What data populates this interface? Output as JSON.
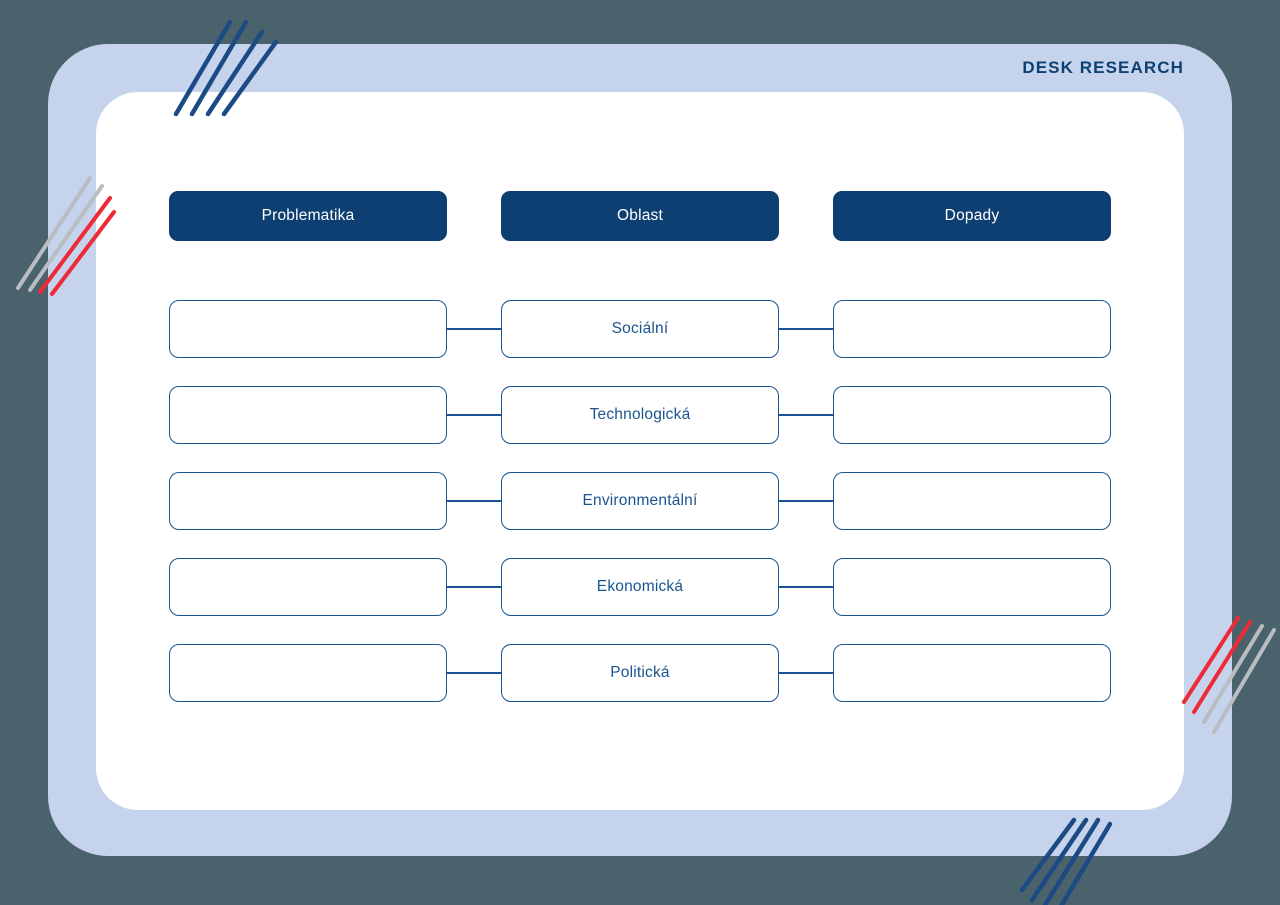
{
  "page": {
    "title": "DESK RESEARCH",
    "background_color": "#4a626b",
    "frame_color": "#c5d4ec",
    "card_color": "#ffffff"
  },
  "colors": {
    "navy": "#0e3f72",
    "border_blue": "#1a5490",
    "red": "#ed2b38",
    "gray": "#b9bcc0",
    "white": "#ffffff"
  },
  "table": {
    "columns": [
      {
        "label": "Problematika",
        "name": "problematika"
      },
      {
        "label": "Oblast",
        "name": "oblast"
      },
      {
        "label": "Dopady",
        "name": "dopady"
      }
    ],
    "rows": [
      {
        "problematika": "",
        "oblast": "Sociální",
        "dopady": ""
      },
      {
        "problematika": "",
        "oblast": "Technologická",
        "dopady": ""
      },
      {
        "problematika": "",
        "oblast": "Environmentální",
        "dopady": ""
      },
      {
        "problematika": "",
        "oblast": "Ekonomická",
        "dopady": ""
      },
      {
        "problematika": "",
        "oblast": "Politická",
        "dopady": ""
      }
    ]
  },
  "decorations": [
    {
      "name": "diagonal-stripes-navy-top-left",
      "color": "#1b4a85",
      "count": 4
    },
    {
      "name": "diagonal-stripes-red-gray-left",
      "colors": [
        "#b9bcc0",
        "#ed2b38"
      ],
      "count": 4
    },
    {
      "name": "diagonal-stripes-red-gray-right",
      "colors": [
        "#ed2b38",
        "#b9bcc0"
      ],
      "count": 4
    },
    {
      "name": "diagonal-stripes-navy-bottom-right",
      "color": "#1b4a85",
      "count": 4
    }
  ]
}
